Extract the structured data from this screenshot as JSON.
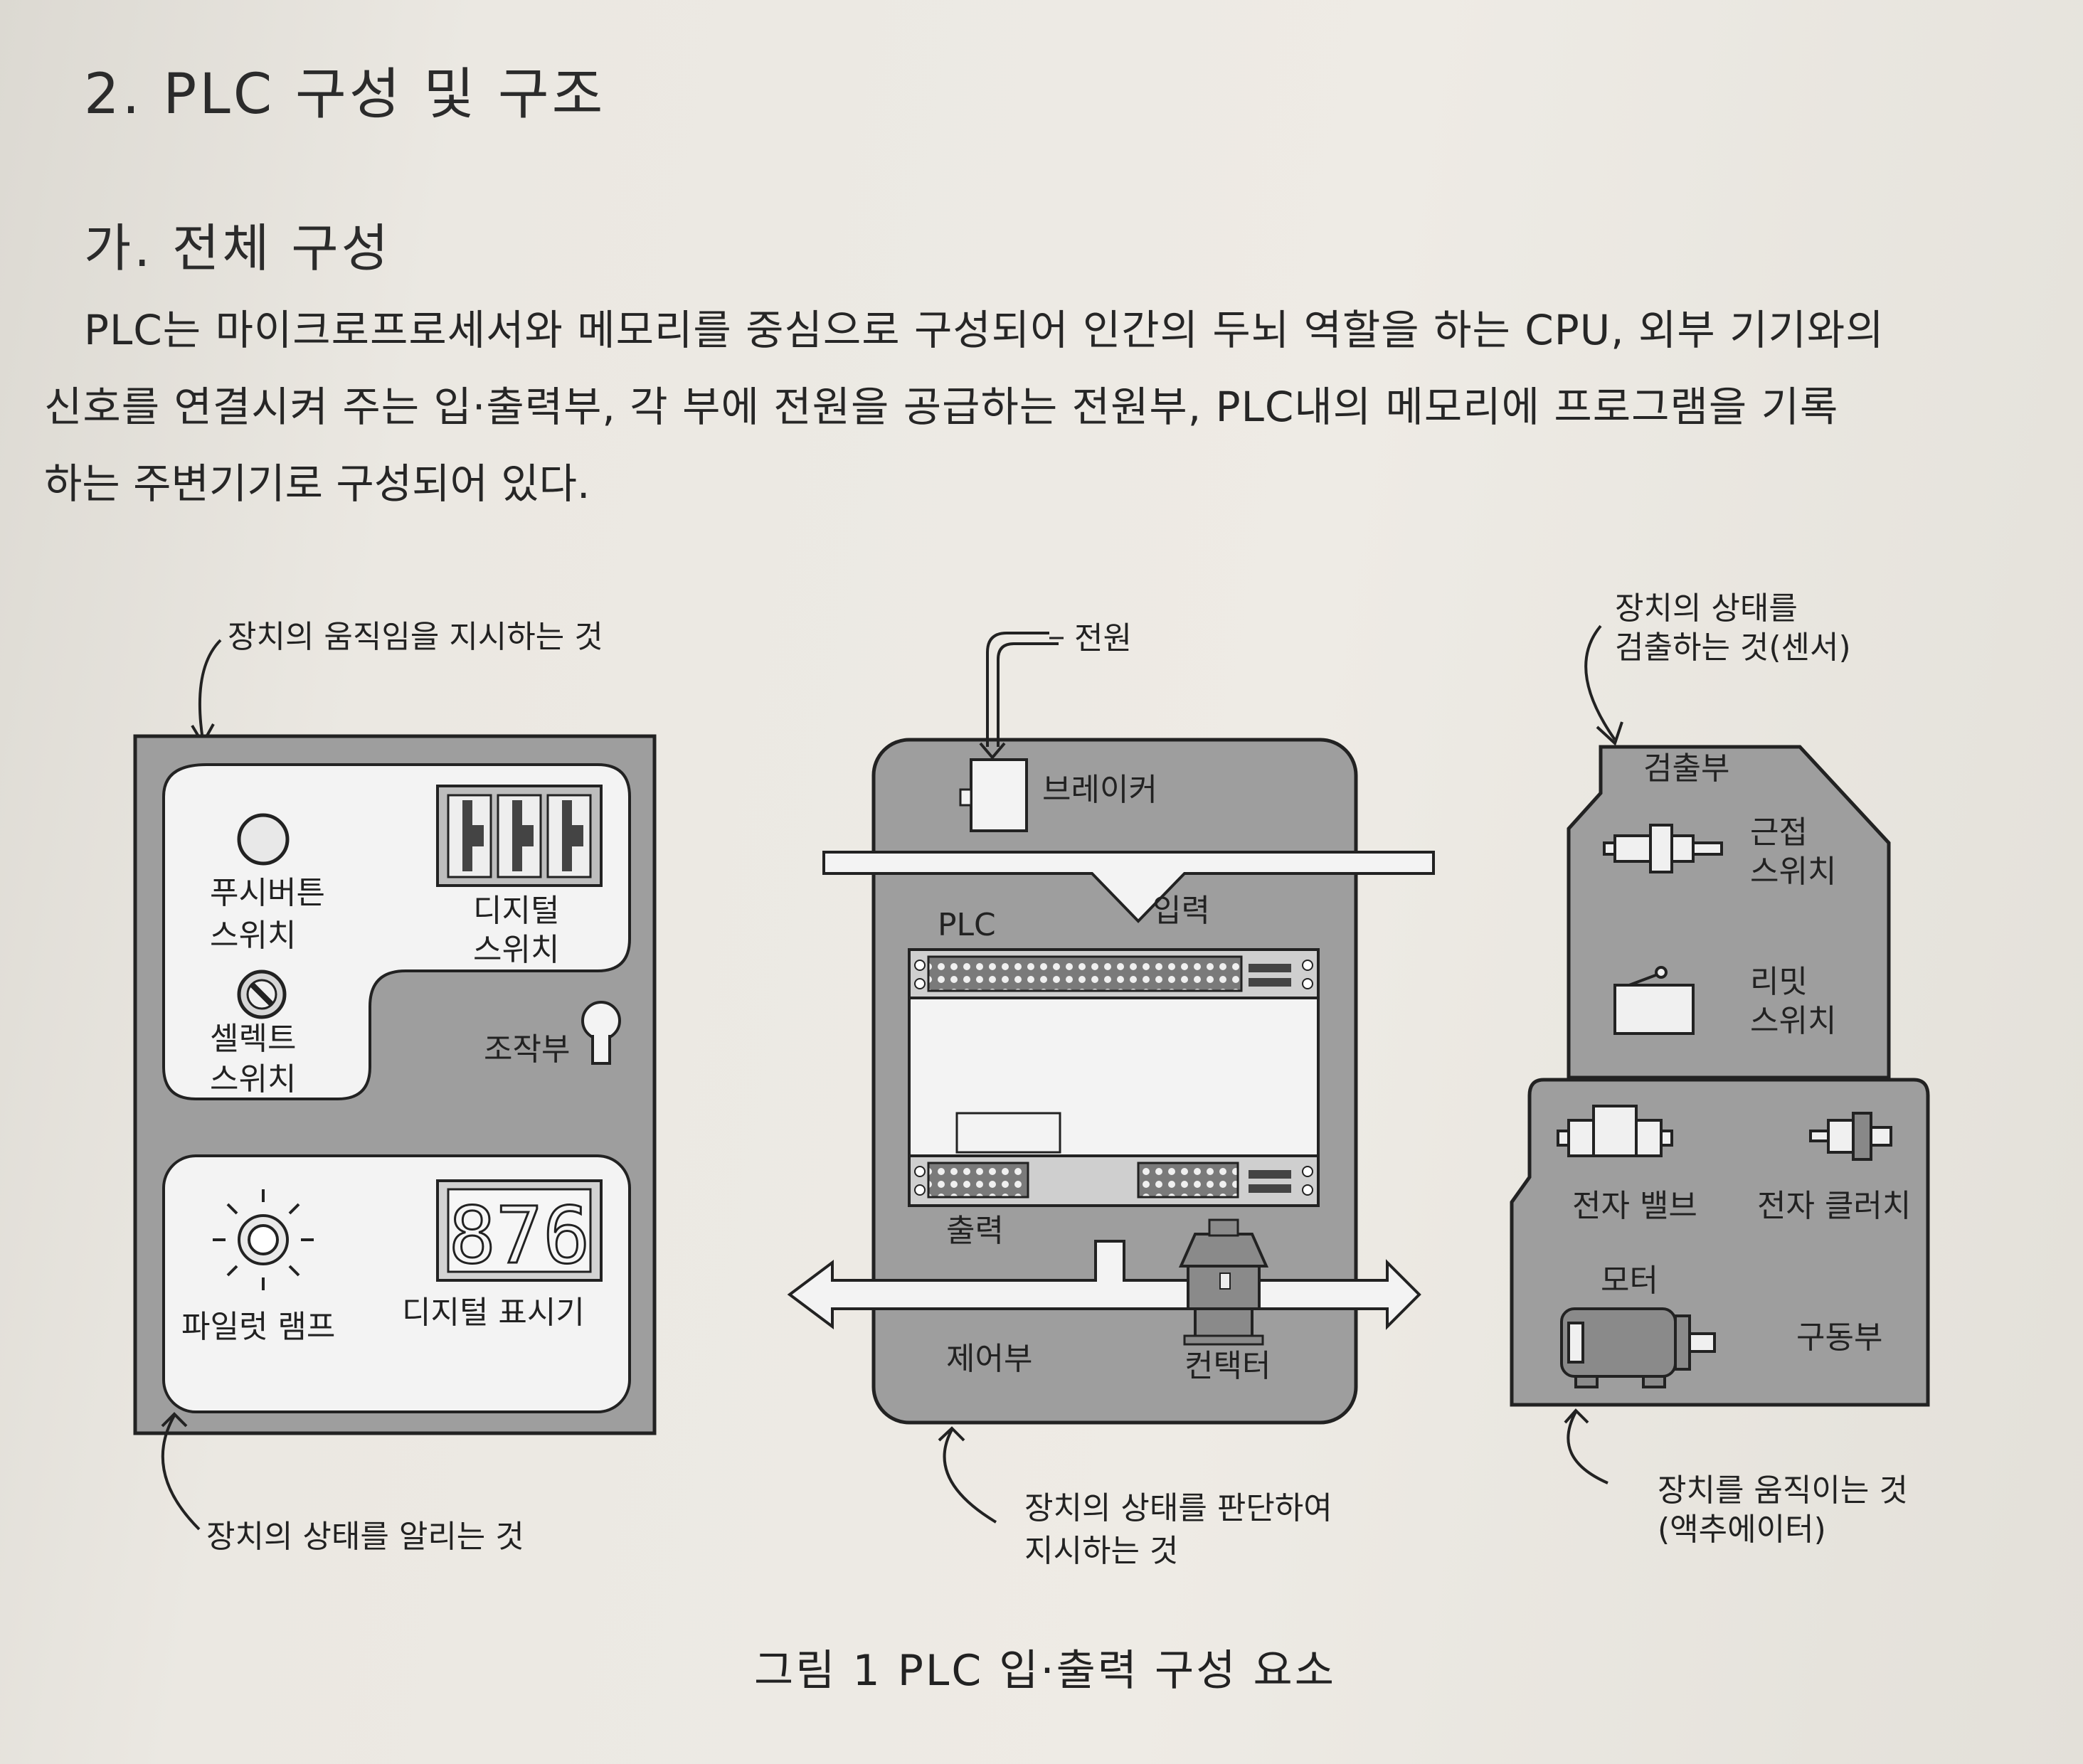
{
  "heading": "2. PLC 구성 및 구조",
  "subheading": "가. 전체 구성",
  "paragraph": [
    "PLC는 마이크로프로세서와 메모리를 중심으로 구성되어 인간의 두뇌 역할을 하는 CPU, 외부 기기와의",
    "신호를 연결시켜 주는 입·출력부, 각 부에 전원을 공급하는 전원부, PLC내의 메모리에 프로그램을 기록",
    "하는 주변기기로 구성되어 있다."
  ],
  "figure": {
    "left_panel": {
      "top_callout": "장치의 움직임을 지시하는 것",
      "pushbutton": [
        "푸시버튼",
        "스위치"
      ],
      "digital_switch": [
        "디지털",
        "스위치"
      ],
      "select_switch": [
        "셀렉트",
        "스위치"
      ],
      "operation_label": "조작부",
      "pilot_lamp": "파일럿 램프",
      "digital_display": "디지털 표시기",
      "display_digits": "876",
      "bottom_callout": "장치의 상태를 알리는 것"
    },
    "middle_panel": {
      "power": "전원",
      "breaker": "브레이커",
      "plc": "PLC",
      "input": "입력",
      "output": "출력",
      "control": "제어부",
      "contactor": "컨택터",
      "bottom_callout": [
        "장치의 상태를 판단하여",
        "지시하는 것"
      ]
    },
    "right_panel": {
      "top_callout": [
        "장치의 상태를",
        "검출하는 것(센서)"
      ],
      "detection": "검출부",
      "proximity": [
        "근접",
        "스위치"
      ],
      "limit": [
        "리밋",
        "스위치"
      ],
      "solenoid_valve": "전자 밸브",
      "solenoid_clutch": "전자 클러치",
      "motor": "모터",
      "drive": "구동부",
      "bottom_callout": [
        "장치를 움직이는 것",
        "(액추에이터)"
      ]
    }
  },
  "caption": "그림 1 PLC 입·출력 구성 요소"
}
